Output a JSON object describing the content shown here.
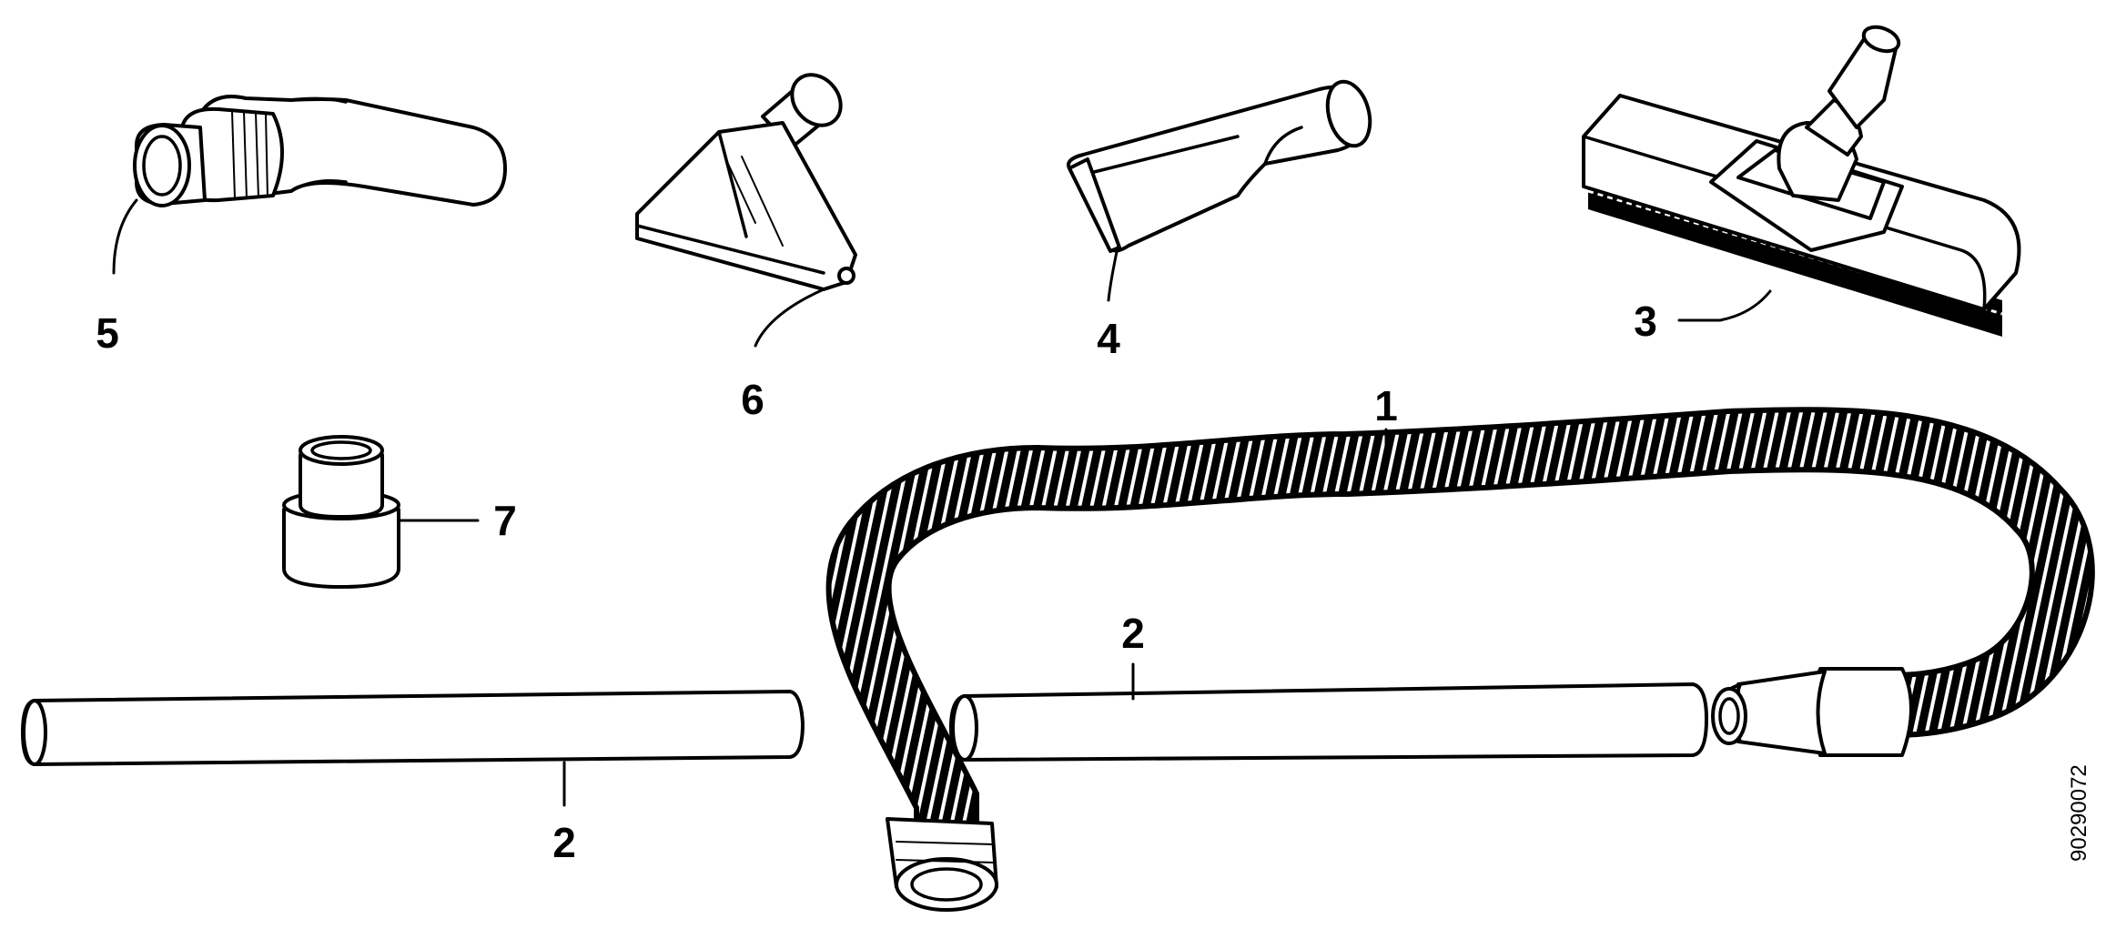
{
  "callouts": {
    "hose": "1",
    "tube_right": "2",
    "tube_left": "2",
    "floor_nozzle": "3",
    "crevice_tool": "4",
    "bent_handle": "5",
    "upholstery_nozzle": "6",
    "adapter": "7"
  },
  "document_id": "90290072",
  "colors": {
    "ink": "#000000",
    "paper": "#ffffff"
  }
}
